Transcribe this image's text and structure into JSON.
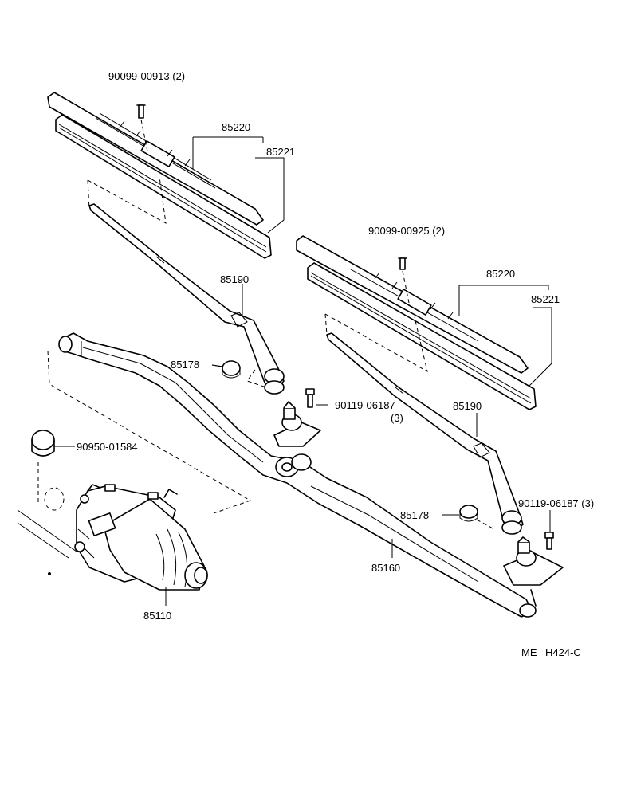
{
  "labels": {
    "bolt_left_blade": "90099-00913 (2)",
    "blade_left_85220": "85220",
    "blade_left_85221": "85221",
    "arm_left": "85190",
    "cap_left": "85178",
    "bolt_center": "90119-06187",
    "bolt_center_qty": "(3)",
    "grommet": "90950-01584",
    "bolt_right_blade": "90099-00925 (2)",
    "blade_right_85220": "85220",
    "blade_right_85221": "85221",
    "arm_right": "85190",
    "cap_right": "85178",
    "bolt_right_pivot": "90119-06187 (3)",
    "link": "85160",
    "motor": "85110",
    "drawing_code_prefix": "ME",
    "drawing_code": "H424-C"
  }
}
